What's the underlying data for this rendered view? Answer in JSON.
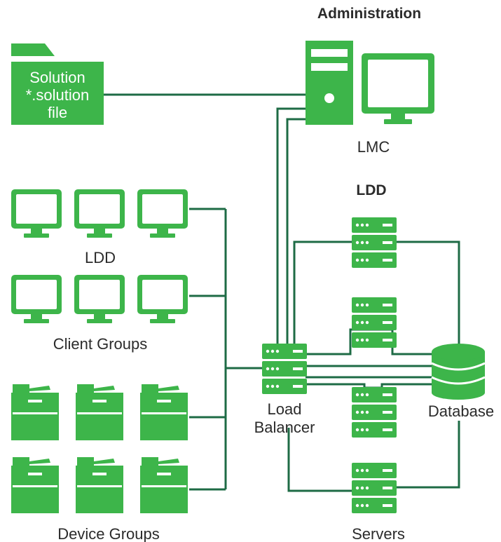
{
  "colors": {
    "green": "#3db54a",
    "line": "#1e6b45",
    "text": "#2b2b2b",
    "white": "#ffffff"
  },
  "labels": {
    "administration": "Administration",
    "lmc": "LMC",
    "ldd_title": "LDD",
    "ldd_clients": "LDD",
    "client_groups": "Client Groups",
    "device_groups": "Device Groups",
    "load": "Load",
    "balancer": "Balancer",
    "database": "Database",
    "servers": "Servers"
  },
  "solution_file": {
    "line1": "Solution",
    "line2": "*.solution",
    "line3": "file"
  },
  "icons": {
    "folder": "folder-icon",
    "computer": "desktop-computer-icon",
    "monitor": "monitor-icon",
    "printer": "printer-icon",
    "server": "server-rack-icon",
    "database": "database-icon"
  }
}
